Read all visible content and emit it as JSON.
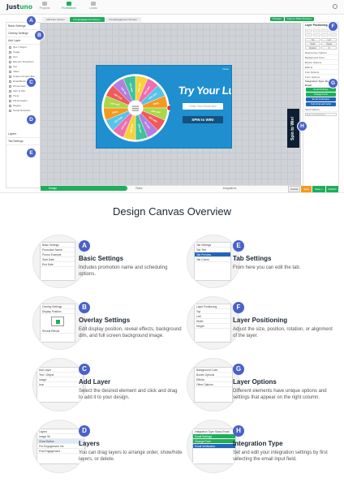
{
  "app": {
    "logo_main": "Just",
    "logo_accent": "uno",
    "nav": [
      "Projects",
      "Promotions",
      "Leads"
    ]
  },
  "editor": {
    "canvas_tabs": [
      "Add Intro Screen",
      "Pre-Engagement Screen",
      "Post-Engagement Screen"
    ],
    "top_buttons": [
      "Preview",
      "Copy to Other Devices"
    ],
    "left_panel": {
      "basic_settings": "Basic Settings",
      "overlay_settings": "Overlay Settings",
      "add_layer": "Add Layer",
      "layer_items": [
        "Text / Object",
        "Image",
        "Icon",
        "Element Dropdown",
        "Cat",
        "Video",
        "Unique Coupon Box",
        "Email Button",
        "Fb Connect",
        "Spin to Win",
        "Timer",
        "Fill Animation",
        "Plugins",
        "Social Networks"
      ],
      "layers": "Layers",
      "tab_settings": "Tab Settings"
    },
    "popup": {
      "headline": "Try Your Luck!",
      "email_placeholder": "Enter Your Email and",
      "button": "SPIN to WIN!",
      "close": "Close"
    },
    "side_tab": "Spin to Win!",
    "right_panel": {
      "layer_positioning": "Layer Positioning",
      "pos_labels": [
        "Top",
        "Left",
        "Width",
        "Height",
        "Rotation",
        "Z"
      ],
      "responsive_options": "Responsive Options",
      "background_color": "Background Color",
      "border_options": "Border Options",
      "effects": "Effects",
      "font_options": "Font Options",
      "form_options": "Form Options",
      "integration_type": "Integration Type: Basic Email",
      "email_settings": "Email Settings",
      "change_form": "Change Form",
      "email_verification": "Email Verification",
      "submit_email_fields": "Submit Email Fields",
      "input_options": "Input Options",
      "placeholder_text": "Enter Your Email and"
    },
    "bottom_steps": [
      "Design",
      "Rules",
      "Integrations"
    ],
    "bottom_buttons": [
      "Cancel",
      "Save",
      "Save +",
      "Publish"
    ]
  },
  "callouts": [
    "A",
    "B",
    "C",
    "D",
    "E",
    "F",
    "G",
    "H"
  ],
  "overview": {
    "title": "Design Canvas Overview",
    "features": [
      {
        "letter": "A",
        "title": "Basic Settings",
        "desc": "Includes promotion name and scheduling options."
      },
      {
        "letter": "E",
        "title": "Tab Settings",
        "desc": "From here you can edit the tab."
      },
      {
        "letter": "B",
        "title": "Overlay Settings",
        "desc": "Edit display position, reveal effects, background dim, and full screen background image."
      },
      {
        "letter": "F",
        "title": "Layer Positioning",
        "desc": "Adjust the size, position, rotation, or alignment of the layer."
      },
      {
        "letter": "C",
        "title": "Add Layer",
        "desc": "Select the desired element and click and drag to add it to your design."
      },
      {
        "letter": "G",
        "title": "Layer Options",
        "desc": "Different elements have unique options and settings that appear on the right column."
      },
      {
        "letter": "D",
        "title": "Layers",
        "desc": "You can drag layers to arrange order, show/hide layers, or delete."
      },
      {
        "letter": "H",
        "title": "Integration Type",
        "desc": "Set and edit your integration settings by first selecting the email input field."
      }
    ],
    "thumb_text": {
      "a": [
        "Basic Settings",
        "Promotion Name",
        "Promo Example",
        "Start Date",
        "End Date"
      ],
      "b": [
        "Overlay Settings",
        "Display Position",
        "Reveal Effects"
      ],
      "c": [
        "Add Layer",
        "Text / Object",
        "Image",
        "Icon"
      ],
      "d": [
        "Layers",
        "Image 56",
        "Close Button",
        "Pre-Engagement Vis",
        "Post Engagement"
      ],
      "e": [
        "Tab Settings",
        "Tab Text",
        "Tab Preview",
        "Tab Colors"
      ],
      "f": [
        "Layer Positioning",
        "Top",
        "Left",
        "Width",
        "Height"
      ],
      "g": [
        "Background Color",
        "Border Options",
        "Effects",
        "Other Options"
      ],
      "h": [
        "Integration Type: Basic Email",
        "Email Settings",
        "Change Form",
        "Email Verification"
      ]
    }
  },
  "colors": {
    "brand_green": "#1fae5b",
    "badge_blue": "#4a62c8",
    "popup_blue": "#1f8fd0",
    "navy": "#0e1f33",
    "orange": "#f39a1f"
  },
  "wheel_labels": [
    "25% OFF",
    "10% OFF",
    "50% OFF",
    "FREE",
    "20% OFF",
    "15% OFF",
    "5% OFF",
    "30% OFF"
  ]
}
